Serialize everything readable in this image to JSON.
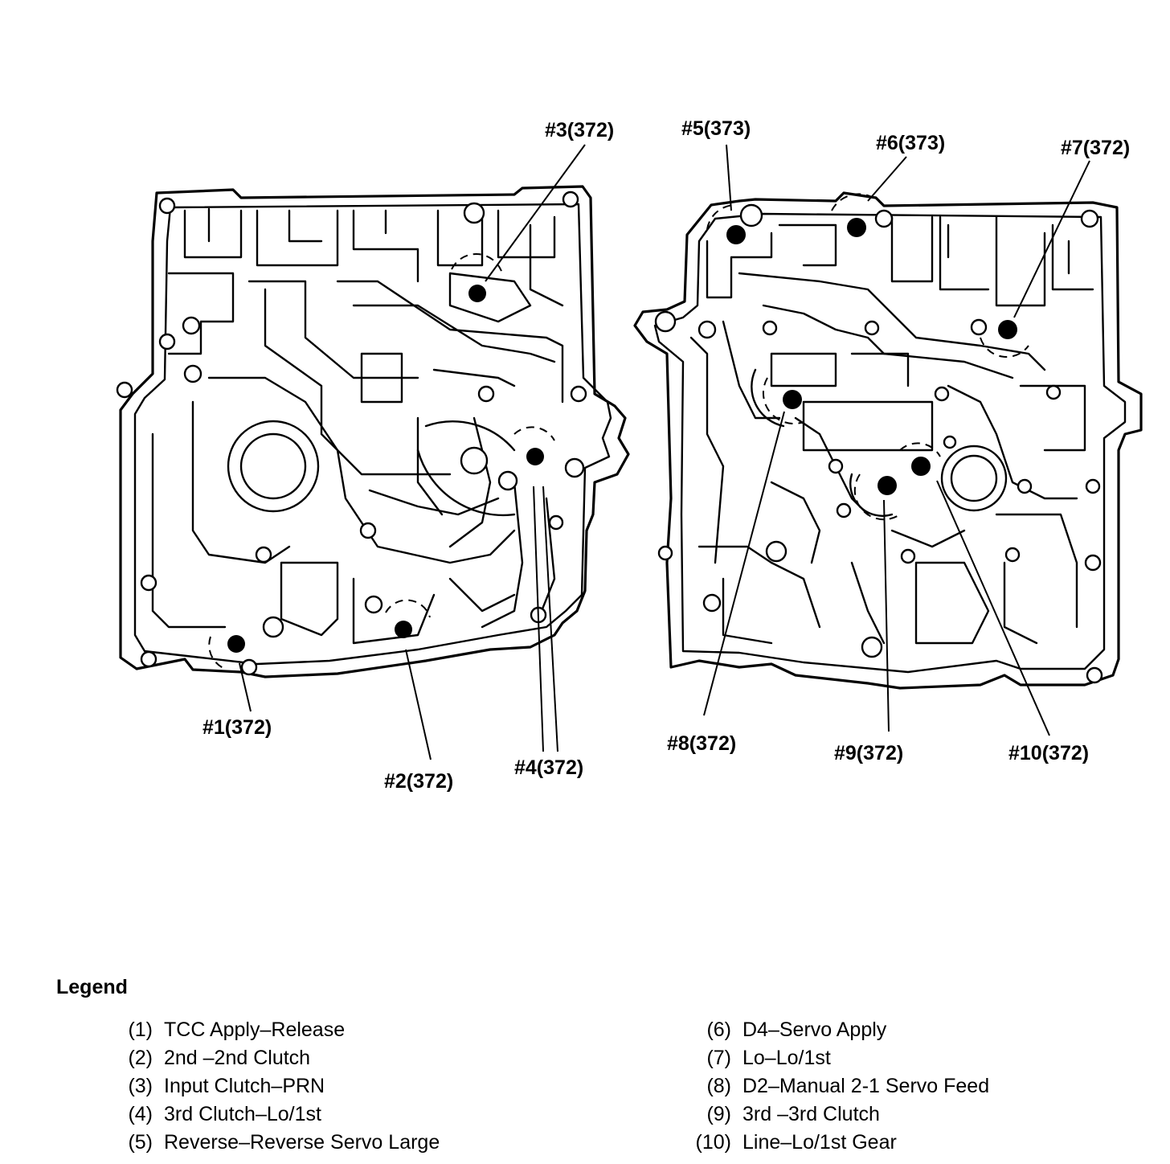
{
  "callouts": [
    {
      "id": "1",
      "label": "#1(372)"
    },
    {
      "id": "2",
      "label": "#2(372)"
    },
    {
      "id": "3",
      "label": "#3(372)"
    },
    {
      "id": "4",
      "label": "#4(372)"
    },
    {
      "id": "5",
      "label": "#5(373)"
    },
    {
      "id": "6",
      "label": "#6(373)"
    },
    {
      "id": "7",
      "label": "#7(372)"
    },
    {
      "id": "8",
      "label": "#8(372)"
    },
    {
      "id": "9",
      "label": "#9(372)"
    },
    {
      "id": "10",
      "label": "#10(372)"
    }
  ],
  "legend": {
    "title": "Legend",
    "left": [
      {
        "num": "(1)",
        "text": "TCC Apply–Release"
      },
      {
        "num": "(2)",
        "text": "2nd –2nd Clutch"
      },
      {
        "num": "(3)",
        "text": "Input Clutch–PRN"
      },
      {
        "num": "(4)",
        "text": "3rd Clutch–Lo/1st"
      },
      {
        "num": "(5)",
        "text": "Reverse–Reverse Servo Large"
      }
    ],
    "right": [
      {
        "num": "(6)",
        "text": "D4–Servo Apply"
      },
      {
        "num": "(7)",
        "text": "Lo–Lo/1st"
      },
      {
        "num": "(8)",
        "text": "D2–Manual 2-1 Servo Feed"
      },
      {
        "num": "(9)",
        "text": "3rd –3rd Clutch"
      },
      {
        "num": "(10)",
        "text": "Line–Lo/1st  Gear"
      }
    ]
  }
}
